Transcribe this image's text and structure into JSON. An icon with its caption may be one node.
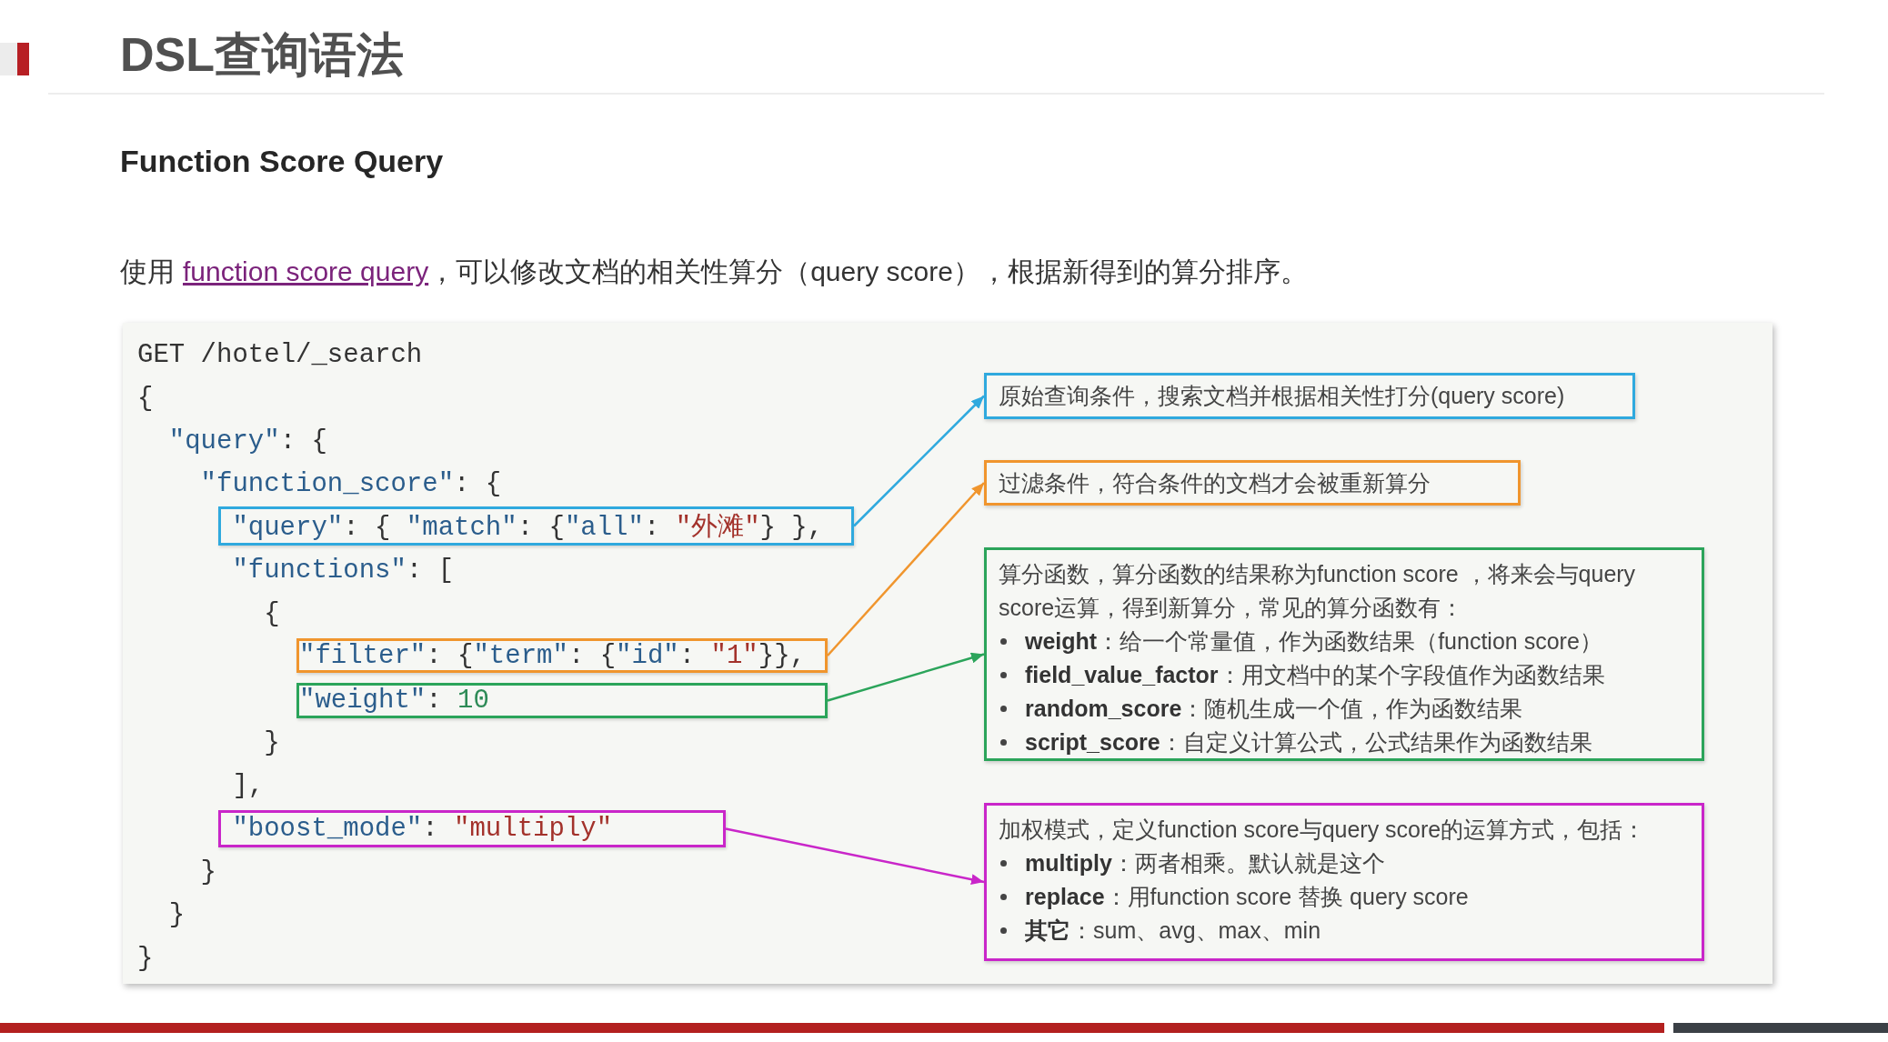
{
  "diagram": {
    "title": "DSL查询语法",
    "nodes": [
      {
        "text": [
          "GET /hotel/_search",
          "{",
          "\"query\": {",
          "\"function_score\": {",
          "\"functions\": [",
          "{",
          "}",
          "],",
          "}",
          "}",
          "}"
        ]
      },
      {
        "text": [
          "\"query\": { \"match\": {\"all\": \"外滩\"} },"
        ],
        "in": 0
      },
      {
        "text": [
          "\"filter\": {\"term\": {\"id\": \"1\"}},"
        ],
        "in": 0
      },
      {
        "text": [
          "\"weight\": 10"
        ],
        "in": 0
      },
      {
        "text": [
          "\"boost_mode\": \"multiply\""
        ],
        "in": 0
      },
      {
        "text": [
          "原始查询条件，搜索文档并根据相关性打分(query score)"
        ],
        "in": 0
      },
      {
        "text": [
          "过滤条件，符合条件的文档才会被重新算分"
        ],
        "in": 0
      },
      {
        "text": [
          "算分函数，算分函数的结果称为function score ，将来会与query score运算，得到新算分，常见的算分函数有：",
          "**weight**：给一个常量值，作为函数结果（function score）",
          "**field_value_factor**：用文档中的某个字段值作为函数结果",
          "**random_score**：随机生成一个值，作为函数结果",
          "**script_score**：自定义计算公式，公式结果作为函数结果"
        ],
        "in": 0
      },
      {
        "text": [
          "加权模式，定义function score与query score的运算方式，包括：",
          "**multiply**：两者相乘。默认就是这个",
          "**replace**：用function score 替换 query score",
          "**其它**：sum、avg、max、min"
        ],
        "in": 0
      }
    ],
    "edges": [
      {
        "from": 1,
        "to": 5,
        "arrow": "to",
        "color": "#2fa9de"
      },
      {
        "from": 2,
        "to": 6,
        "arrow": "to",
        "color": "#f0952d"
      },
      {
        "from": 3,
        "to": 7,
        "arrow": "to",
        "color": "#2ba45a"
      },
      {
        "from": 4,
        "to": 8,
        "arrow": "to",
        "color": "#c926c9"
      }
    ],
    "labels": [
      "Function Score Query",
      "使用",
      "function score query",
      "，可以修改文档的相关性算分（query score），根据新得到的算分排序。"
    ]
  }
}
